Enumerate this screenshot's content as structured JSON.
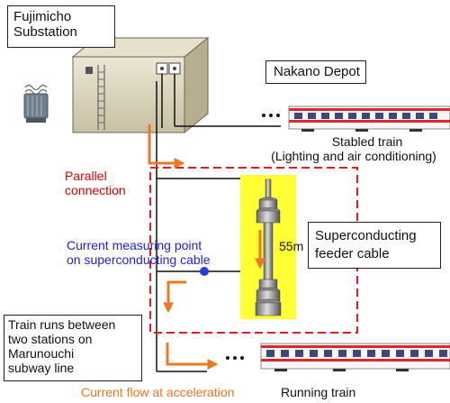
{
  "labels": {
    "substation": [
      "Fujimicho",
      "Substation"
    ],
    "depot": "Nakano Depot",
    "stabled_train": [
      "Stabled train",
      "(Lighting and air conditioning)"
    ],
    "parallel": [
      "Parallel",
      "connection"
    ],
    "measuring": [
      "Current measuring point",
      "on superconducting cable"
    ],
    "length": "55m",
    "feeder": [
      "Superconducting",
      "feeder cable"
    ],
    "train_runs": [
      "Train runs between",
      "two stations on",
      "Marunouchi",
      "subway line"
    ],
    "current_flow": "Current flow at acceleration",
    "running_train": "Running train"
  },
  "colors": {
    "red_dashed": "#e8191f",
    "orange": "#ee7722",
    "blue_marker": "#1f3fe0",
    "yellow": "#ffff33",
    "train_red": "#e0252c"
  }
}
